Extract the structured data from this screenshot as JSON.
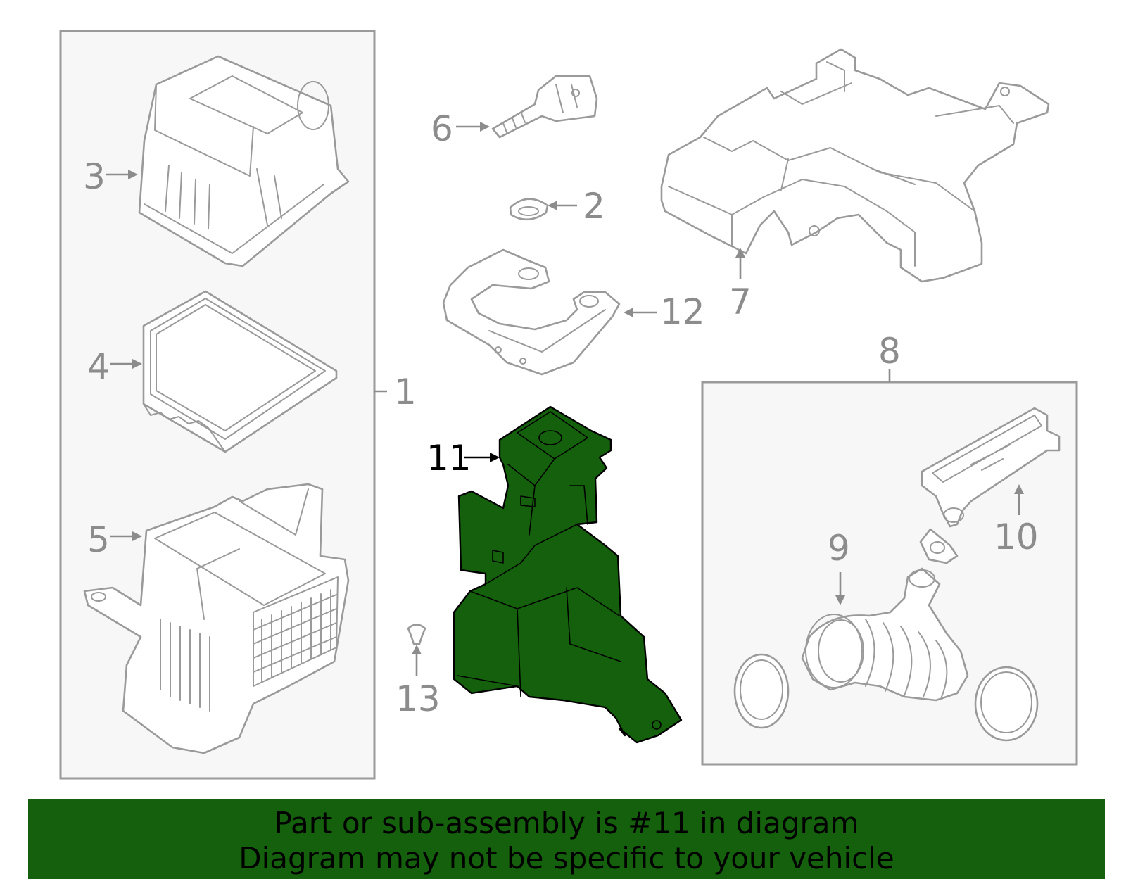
{
  "callouts": {
    "c1": "1",
    "c2": "2",
    "c3": "3",
    "c4": "4",
    "c5": "5",
    "c6": "6",
    "c7": "7",
    "c8": "8",
    "c9": "9",
    "c10": "10",
    "c11": "11",
    "c12": "12",
    "c13": "13"
  },
  "highlighted_part": "11",
  "colors": {
    "highlight": "#14600c",
    "line_art": "#9a9a9a",
    "box_fill": "#f7f7f7"
  },
  "banner": {
    "line1": "Part or sub-assembly is #11 in diagram",
    "line2": "Diagram may not be specific to your vehicle"
  }
}
